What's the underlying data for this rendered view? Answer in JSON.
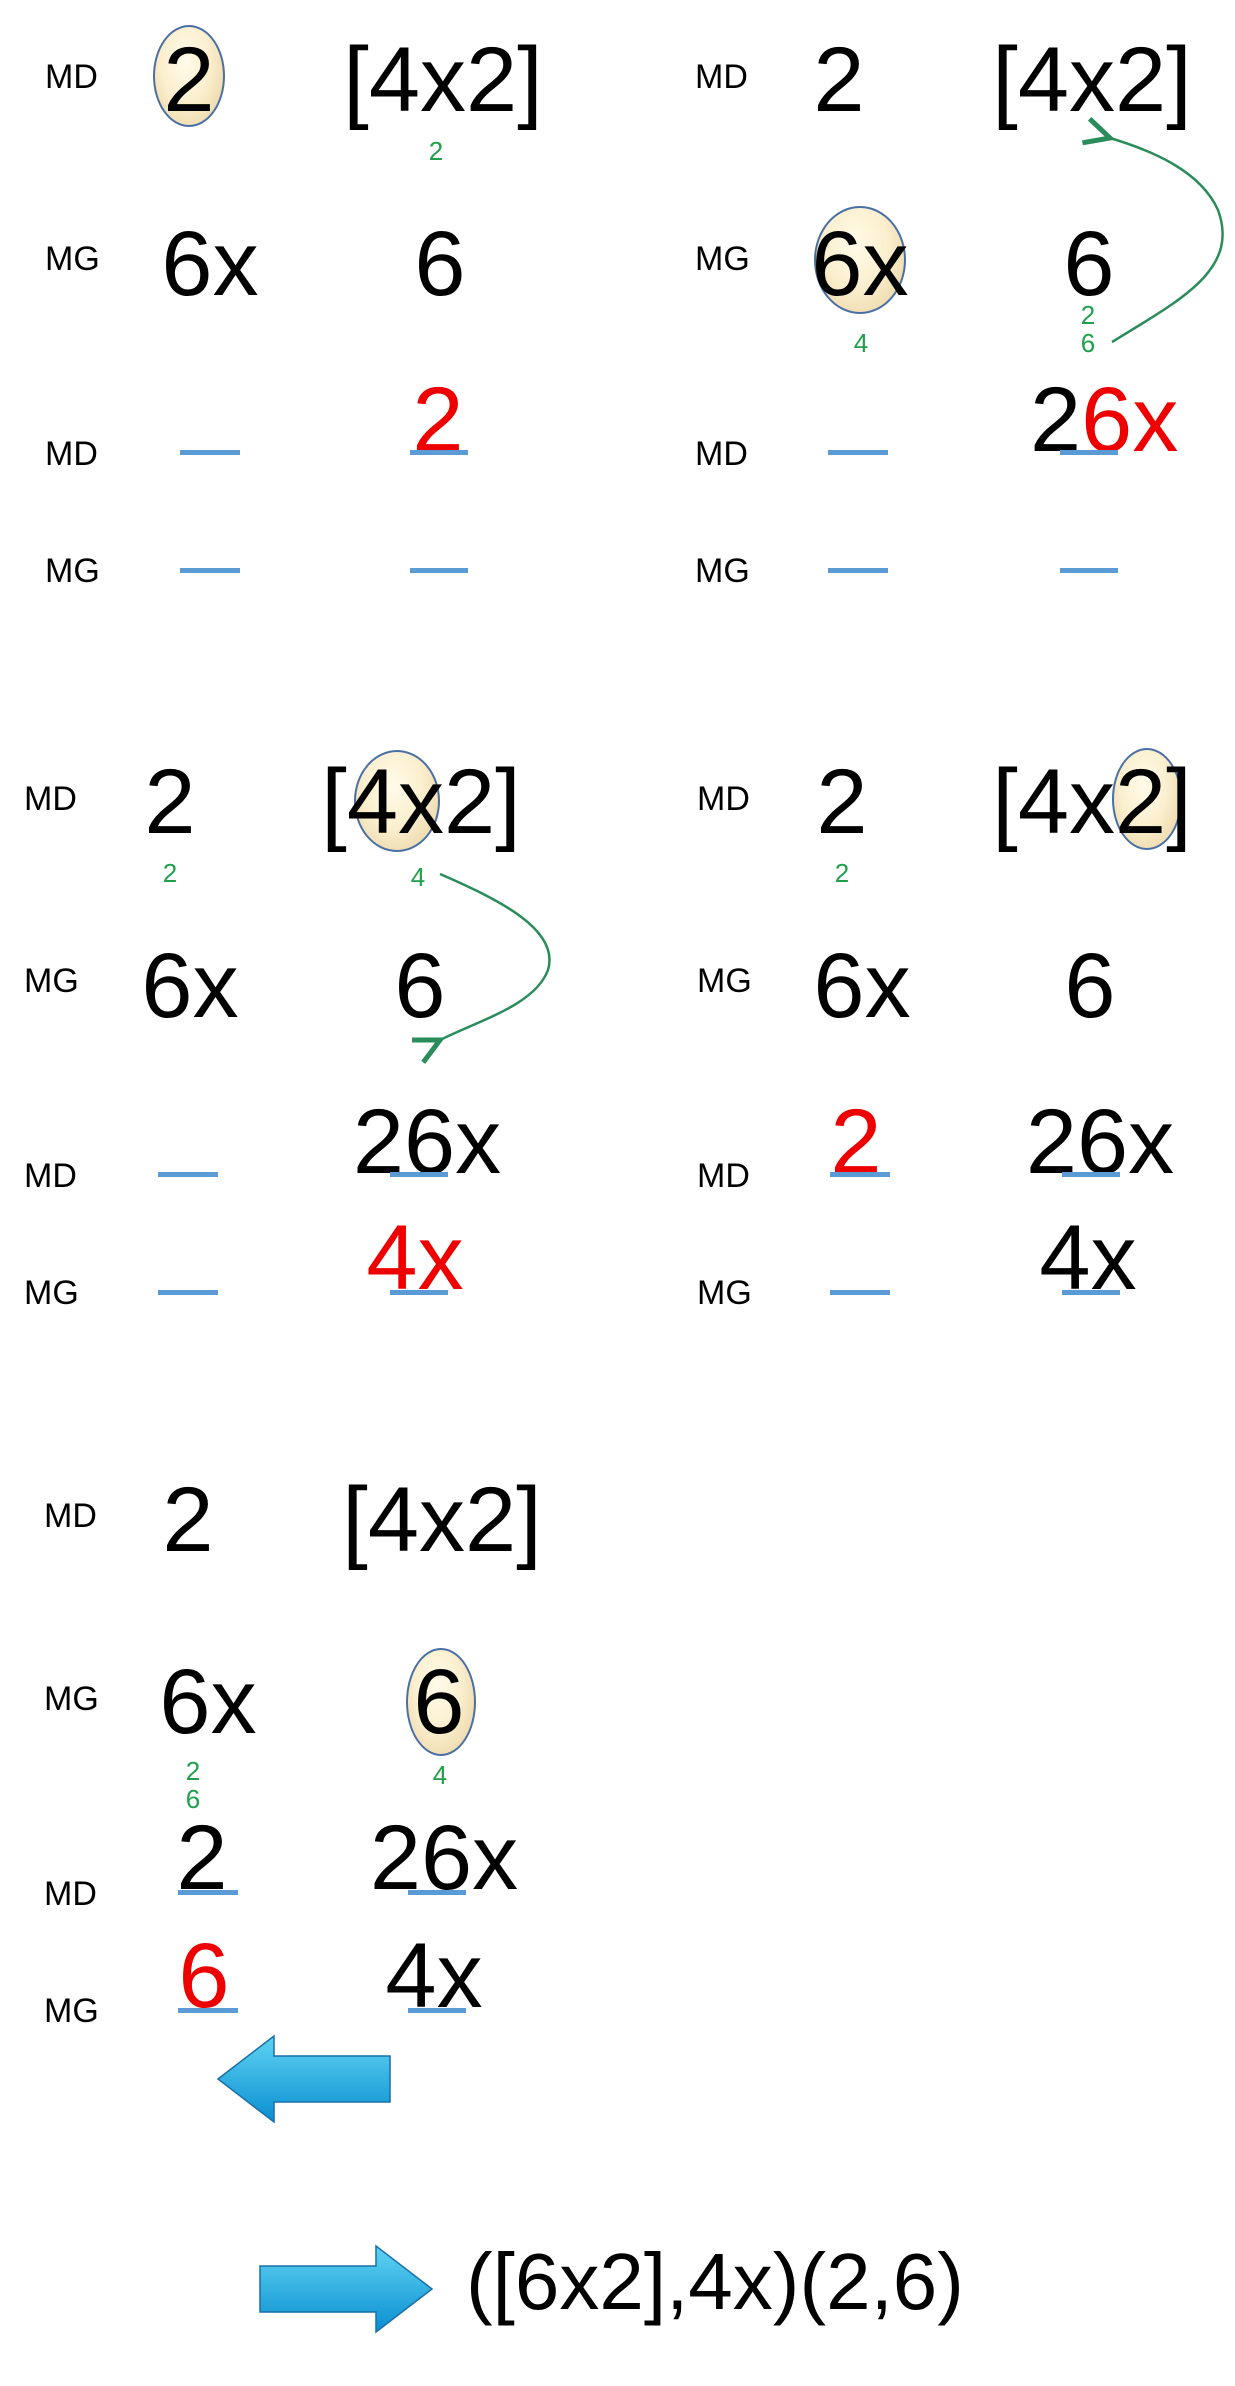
{
  "labels": {
    "md": "MD",
    "mg": "MG"
  },
  "colors": {
    "result": "#ee0000",
    "annotation": "#1fa04a",
    "underline": "#5b9bd5",
    "arrow": "#1aa0d8"
  },
  "panel1": {
    "md": [
      "2",
      "[4x2]"
    ],
    "mg": [
      "6x",
      "6"
    ],
    "note_top": "2",
    "row3": [
      "",
      "2"
    ],
    "row4": [
      "",
      ""
    ]
  },
  "panel2": {
    "md": [
      "2",
      "[4x2]"
    ],
    "mg": [
      "6x",
      "6"
    ],
    "note_left": "4",
    "note_right_top": "2",
    "note_right_bottom": "6",
    "row3_black": "2",
    "row3_red": "6x",
    "row4": [
      "",
      ""
    ]
  },
  "panel3": {
    "md": [
      "2",
      "[4x2]"
    ],
    "mg": [
      "6x",
      "6"
    ],
    "note_left": "2",
    "note_right": "4",
    "row3": [
      "",
      "26x"
    ],
    "row4": [
      "",
      "4x"
    ]
  },
  "panel4": {
    "md": [
      "2",
      "[4x2]"
    ],
    "mg": [
      "6x",
      "6"
    ],
    "note_left": "2",
    "row3": [
      "2",
      "26x"
    ],
    "row4": [
      "",
      "4x"
    ]
  },
  "panel5": {
    "md": [
      "2",
      "[4x2]"
    ],
    "mg": [
      "6x",
      "6"
    ],
    "note_left_top": "2",
    "note_left_bottom": "6",
    "note_right": "4",
    "row3": [
      "2",
      "26x"
    ],
    "row4": [
      "6",
      "4x"
    ]
  },
  "result": {
    "text": "([6x2],4x)(2,6)"
  },
  "icons": {
    "left_arrow": "left-arrow-icon",
    "right_arrow": "right-arrow-icon"
  }
}
